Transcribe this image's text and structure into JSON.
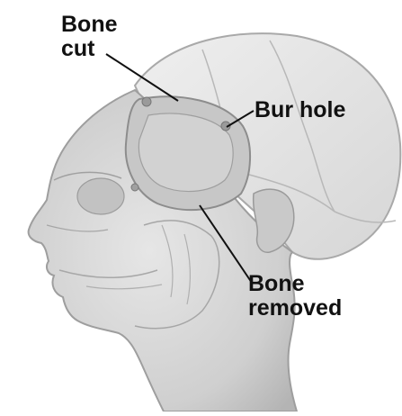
{
  "labels": {
    "bone_cut_line1": "Bone",
    "bone_cut_line2": "cut",
    "bur_hole": "Bur hole",
    "bone_removed_line1": "Bone",
    "bone_removed_line2": "removed"
  },
  "colors": {
    "skin": "#d9d9d9",
    "skin_shadow": "#bdbdbd",
    "skull_outline": "#a9a9a9",
    "bone_flap": "#c7c7c7",
    "leader_line": "#111111",
    "text": "#111111"
  }
}
